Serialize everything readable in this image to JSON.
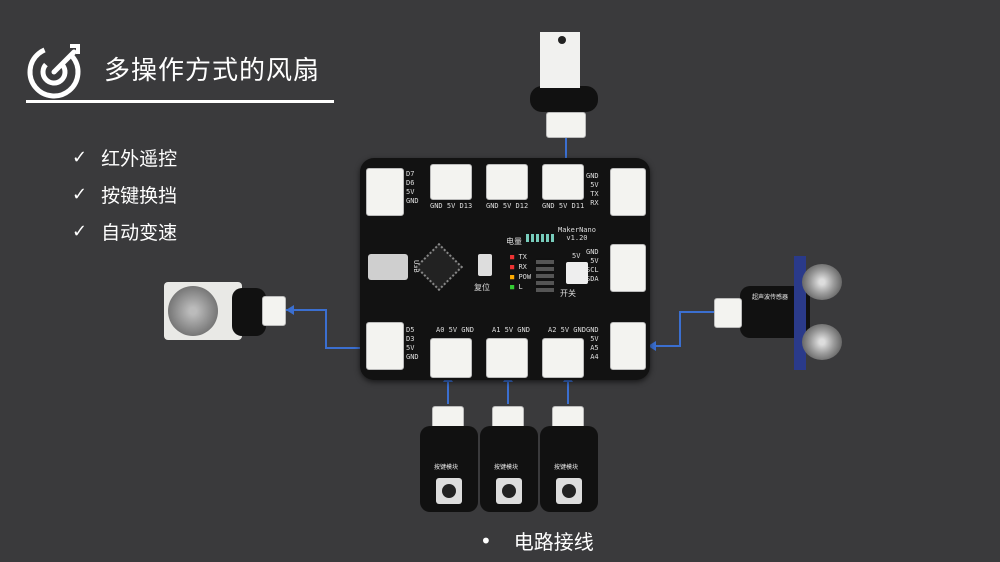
{
  "header": {
    "title": "多操作方式的风扇"
  },
  "features": [
    {
      "check": "✓",
      "label": "红外遥控"
    },
    {
      "check": "✓",
      "label": "按键换挡"
    },
    {
      "check": "✓",
      "label": "自动变速"
    }
  ],
  "caption": {
    "bullet": "•",
    "label": "电路接线"
  },
  "board": {
    "name": "MakerNano",
    "version": "v1.20",
    "top_ports": [
      "D13",
      "D12",
      "D11"
    ],
    "top_port_pins": "GND 5V",
    "left_top_pins": [
      "D7",
      "D6",
      "5V",
      "GND"
    ],
    "left_bottom_pins": [
      "D5",
      "D3",
      "5V",
      "GND"
    ],
    "right_top_pins": [
      "GND",
      "5V",
      "TX",
      "RX"
    ],
    "right_mid_pins": [
      "GND",
      "5V",
      "SCL",
      "SDA"
    ],
    "right_bottom_pins": [
      "GND",
      "5V",
      "A5",
      "A4"
    ],
    "bottom_ports": [
      "A0",
      "A1",
      "A2"
    ],
    "bottom_port_pins": "5V GND",
    "leds": [
      "TX",
      "RX",
      "POW",
      "L"
    ],
    "power_label": "电量",
    "voltage_label": "5V",
    "reset_label": "复位",
    "switch_label": "开关",
    "usb_label": "USB"
  },
  "modules": {
    "button_label": "按键模块",
    "ultrasonic_label": "超声波传感器"
  },
  "colors": {
    "background": "#3a3a3c",
    "wire": "#3b6fd0",
    "board": "#121212",
    "connector": "#f3f3f0"
  }
}
